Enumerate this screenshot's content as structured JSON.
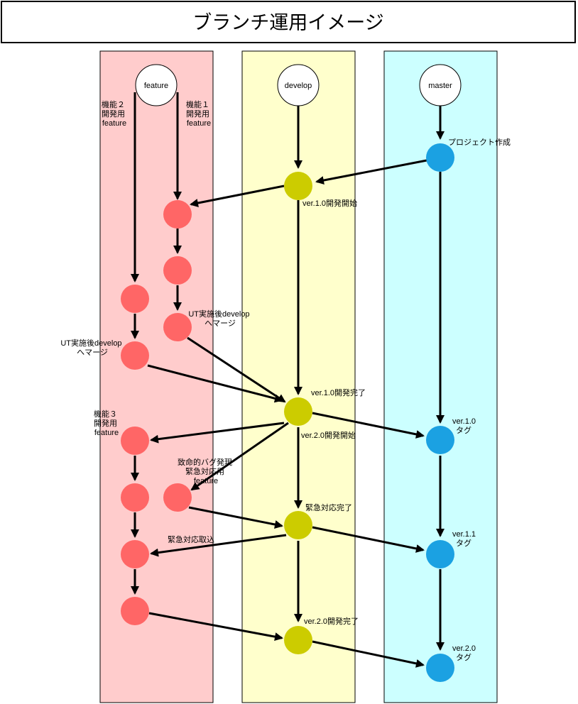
{
  "title": "ブランチ運用イメージ",
  "colors": {
    "feature_lane": "#ffcccc",
    "develop_lane": "#ffffcc",
    "master_lane": "#ccffff",
    "feature_node": "#ff6666",
    "develop_node": "#cccc00",
    "master_node": "#1ba1e2",
    "arrow": "#000000"
  },
  "lanes": {
    "feature": {
      "label": "feature"
    },
    "develop": {
      "label": "develop"
    },
    "master": {
      "label": "master"
    }
  },
  "labels": {
    "feature2": [
      "機能２",
      "開発用",
      "feature"
    ],
    "feature1": [
      "機能１",
      "開発用",
      "feature"
    ],
    "project_created": [
      "プロジェクト作成"
    ],
    "v10_start": [
      "ver.1.0開発開始"
    ],
    "ut_merge_1": [
      "UT実施後develop",
      "へマージ"
    ],
    "ut_merge_2": [
      "UT実施後develop",
      "へマージ"
    ],
    "v10_done": [
      "ver.1.0開発完了"
    ],
    "v20_start": [
      "ver.2.0開発開始"
    ],
    "feature3": [
      "機能３",
      "開発用",
      "feature"
    ],
    "bugfix": [
      "致命的バグ発現",
      "緊急対応用",
      "feature"
    ],
    "v10_tag": [
      "ver.1.0",
      "タグ"
    ],
    "emergency_done": [
      "緊急対応完了"
    ],
    "emergency_take": [
      "緊急対応取込"
    ],
    "v11_tag": [
      "ver.1.1",
      "タグ"
    ],
    "v20_done": [
      "ver.2.0開発完了"
    ],
    "v20_tag": [
      "ver.2.0",
      "タグ"
    ]
  }
}
